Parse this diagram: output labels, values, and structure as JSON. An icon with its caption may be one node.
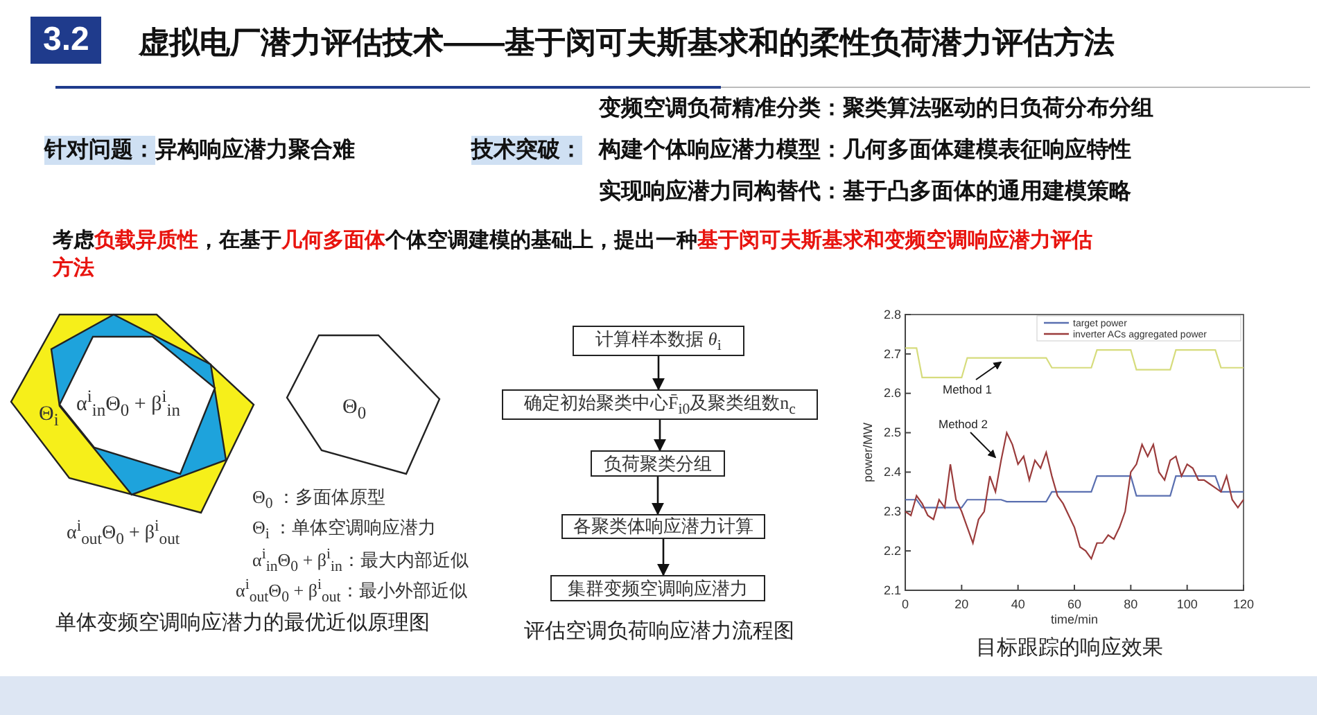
{
  "diagram": {
    "title": "虚拟电厂潜力评估技术——基于闵可夫斯基求和的柔性负荷潜力评估方法",
    "nodes": [
      {
        "text": [
          "计算样本数据 *θ*$_{i}$"
        ]
      },
      {
        "text": [
          "确定初始聚类中心F̄$_{i0}$及聚类组数n$_{c}$"
        ]
      },
      {
        "text": [
          "负荷聚类分组"
        ]
      },
      {
        "text": [
          "各聚类体响应潜力计算"
        ]
      },
      {
        "text": [
          "集群变频空调响应潜力"
        ]
      },
      {
        "text": [
          "Θ$_{i}$"
        ]
      },
      {
        "text": [
          "α$^{i}$$_{in}$Θ$_{0}$ + β$^{i}$$_{in}$"
        ],
        "in": 5
      },
      {
        "text": [
          "Θ$_{0}$"
        ]
      }
    ],
    "edges": [
      {
        "from": 0,
        "to": 1,
        "arrow": "to"
      },
      {
        "from": 1,
        "to": 2,
        "arrow": "to"
      },
      {
        "from": 2,
        "to": 3,
        "arrow": "to"
      },
      {
        "from": 3,
        "to": 4,
        "arrow": "to"
      }
    ],
    "labels": [
      "3.2",
      "变频空调负荷精准分类：聚类算法驱动的日负荷分布分组",
      "针对问题：",
      "异构响应潜力聚合难",
      "技术突破：",
      "构建个体响应潜力模型：几何多面体建模表征响应特性",
      "实现响应潜力同构替代：基于凸多面体的通用建模策略",
      "考虑**负载异质性**，在基于**几何多面体**个体空调建模的基础上，提出一种**基于闵可夫斯基求和变频空调响应潜力评估方法**",
      "α$^{i}$$_{out}$Θ$_{0}$ + β$^{i}$$_{out}$",
      "Θ$_{0}$ ：多面体原型",
      "Θ$_{i}$ ：单体空调响应潜力",
      "α$^{i}$$_{in}$Θ$_{0}$ + β$^{i}$$_{in}$：最大内部近似",
      "α$^{i}$$_{out}$Θ$_{0}$ + β$^{i}$$_{out}$：最小外部近似",
      "单体变频空调响应潜力的最优近似原理图",
      "评估空调负荷响应潜力流程图",
      "目标跟踪的响应效果"
    ],
    "chart_data": {
      "type": "line",
      "xlabel": "time/min",
      "ylabel": "power/MW",
      "x": [
        0,
        2,
        4,
        6,
        8,
        10,
        12,
        14,
        16,
        18,
        20,
        22,
        24,
        26,
        28,
        30,
        32,
        34,
        36,
        38,
        40,
        42,
        44,
        46,
        48,
        50,
        52,
        54,
        56,
        58,
        60,
        62,
        64,
        66,
        68,
        70,
        72,
        74,
        76,
        78,
        80,
        82,
        84,
        86,
        88,
        90,
        92,
        94,
        96,
        98,
        100,
        102,
        104,
        106,
        108,
        110,
        112,
        114,
        116,
        118,
        120
      ],
      "series": [
        {
          "color": "#d6dc7c",
          "values": [
            2.715,
            2.715,
            2.715,
            2.64,
            2.64,
            2.64,
            2.64,
            2.64,
            2.64,
            2.64,
            2.64,
            2.69,
            2.69,
            2.69,
            2.69,
            2.69,
            2.69,
            2.69,
            2.69,
            2.69,
            2.69,
            2.69,
            2.69,
            2.69,
            2.69,
            2.69,
            2.665,
            2.665,
            2.665,
            2.665,
            2.665,
            2.665,
            2.665,
            2.665,
            2.71,
            2.71,
            2.71,
            2.71,
            2.71,
            2.71,
            2.71,
            2.66,
            2.66,
            2.66,
            2.66,
            2.66,
            2.66,
            2.66,
            2.71,
            2.71,
            2.71,
            2.71,
            2.71,
            2.71,
            2.71,
            2.71,
            2.665,
            2.665,
            2.665,
            2.665,
            2.665
          ]
        },
        {
          "name": "target power",
          "color": "#5a6fb0",
          "values": [
            2.33,
            2.33,
            2.33,
            2.31,
            2.31,
            2.31,
            2.31,
            2.31,
            2.31,
            2.31,
            2.31,
            2.33,
            2.33,
            2.33,
            2.33,
            2.33,
            2.33,
            2.33,
            2.325,
            2.325,
            2.325,
            2.325,
            2.325,
            2.325,
            2.325,
            2.325,
            2.35,
            2.35,
            2.35,
            2.35,
            2.35,
            2.35,
            2.35,
            2.35,
            2.39,
            2.39,
            2.39,
            2.39,
            2.39,
            2.39,
            2.39,
            2.34,
            2.34,
            2.34,
            2.34,
            2.34,
            2.34,
            2.34,
            2.39,
            2.39,
            2.39,
            2.39,
            2.39,
            2.39,
            2.39,
            2.39,
            2.35,
            2.35,
            2.35,
            2.35,
            2.35
          ]
        },
        {
          "name": "inverter ACs aggregated power",
          "color": "#9a3b3b",
          "values": [
            2.3,
            2.29,
            2.34,
            2.32,
            2.29,
            2.28,
            2.33,
            2.31,
            2.42,
            2.33,
            2.3,
            2.26,
            2.22,
            2.28,
            2.3,
            2.39,
            2.35,
            2.43,
            2.5,
            2.47,
            2.42,
            2.44,
            2.38,
            2.43,
            2.41,
            2.45,
            2.39,
            2.34,
            2.32,
            2.29,
            2.26,
            2.21,
            2.2,
            2.18,
            2.22,
            2.22,
            2.24,
            2.23,
            2.26,
            2.3,
            2.4,
            2.42,
            2.47,
            2.44,
            2.47,
            2.4,
            2.38,
            2.43,
            2.44,
            2.39,
            2.42,
            2.41,
            2.38,
            2.38,
            2.37,
            2.36,
            2.35,
            2.39,
            2.33,
            2.31,
            2.33
          ]
        }
      ],
      "xlim": [
        0,
        120
      ],
      "ylim": [
        2.1,
        2.8
      ],
      "xticks": [
        0,
        20,
        40,
        60,
        80,
        100,
        120
      ],
      "yticks": [
        2.1,
        2.2,
        2.3,
        2.4,
        2.5,
        2.6,
        2.7,
        2.8
      ],
      "legend": "upper right",
      "annotations": [
        {
          "text": "Method 1",
          "x": 35,
          "y": 2.69
        },
        {
          "text": "Method 2",
          "x": 33,
          "y": 2.43
        }
      ]
    }
  }
}
